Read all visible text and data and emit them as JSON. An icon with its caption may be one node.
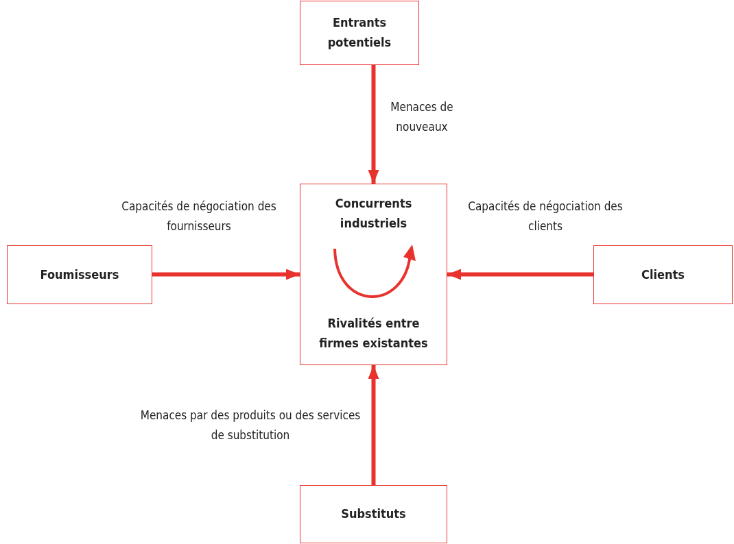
{
  "diagram": {
    "nodes": [
      {
        "text": [
          "Entrants potentiels"
        ]
      },
      {
        "text": [
          "Concurrents industriels",
          "Rivalités entre firmes existantes"
        ]
      },
      {
        "text": [
          "Foumisseurs"
        ]
      },
      {
        "text": [
          "Clients"
        ]
      },
      {
        "text": [
          "Substituts"
        ]
      }
    ],
    "edges": [
      {
        "from": 0,
        "to": 1,
        "arrow": "to",
        "label": "Menaces de nouveaux"
      },
      {
        "from": 2,
        "to": 1,
        "arrow": "to",
        "label": "Capacités de négociation des fournisseurs"
      },
      {
        "from": 3,
        "to": 1,
        "arrow": "to",
        "label": "Capacités de négociation des clients"
      },
      {
        "from": 4,
        "to": 1,
        "arrow": "to",
        "label": "Menaces par des produits ou des services de substitution"
      }
    ]
  }
}
